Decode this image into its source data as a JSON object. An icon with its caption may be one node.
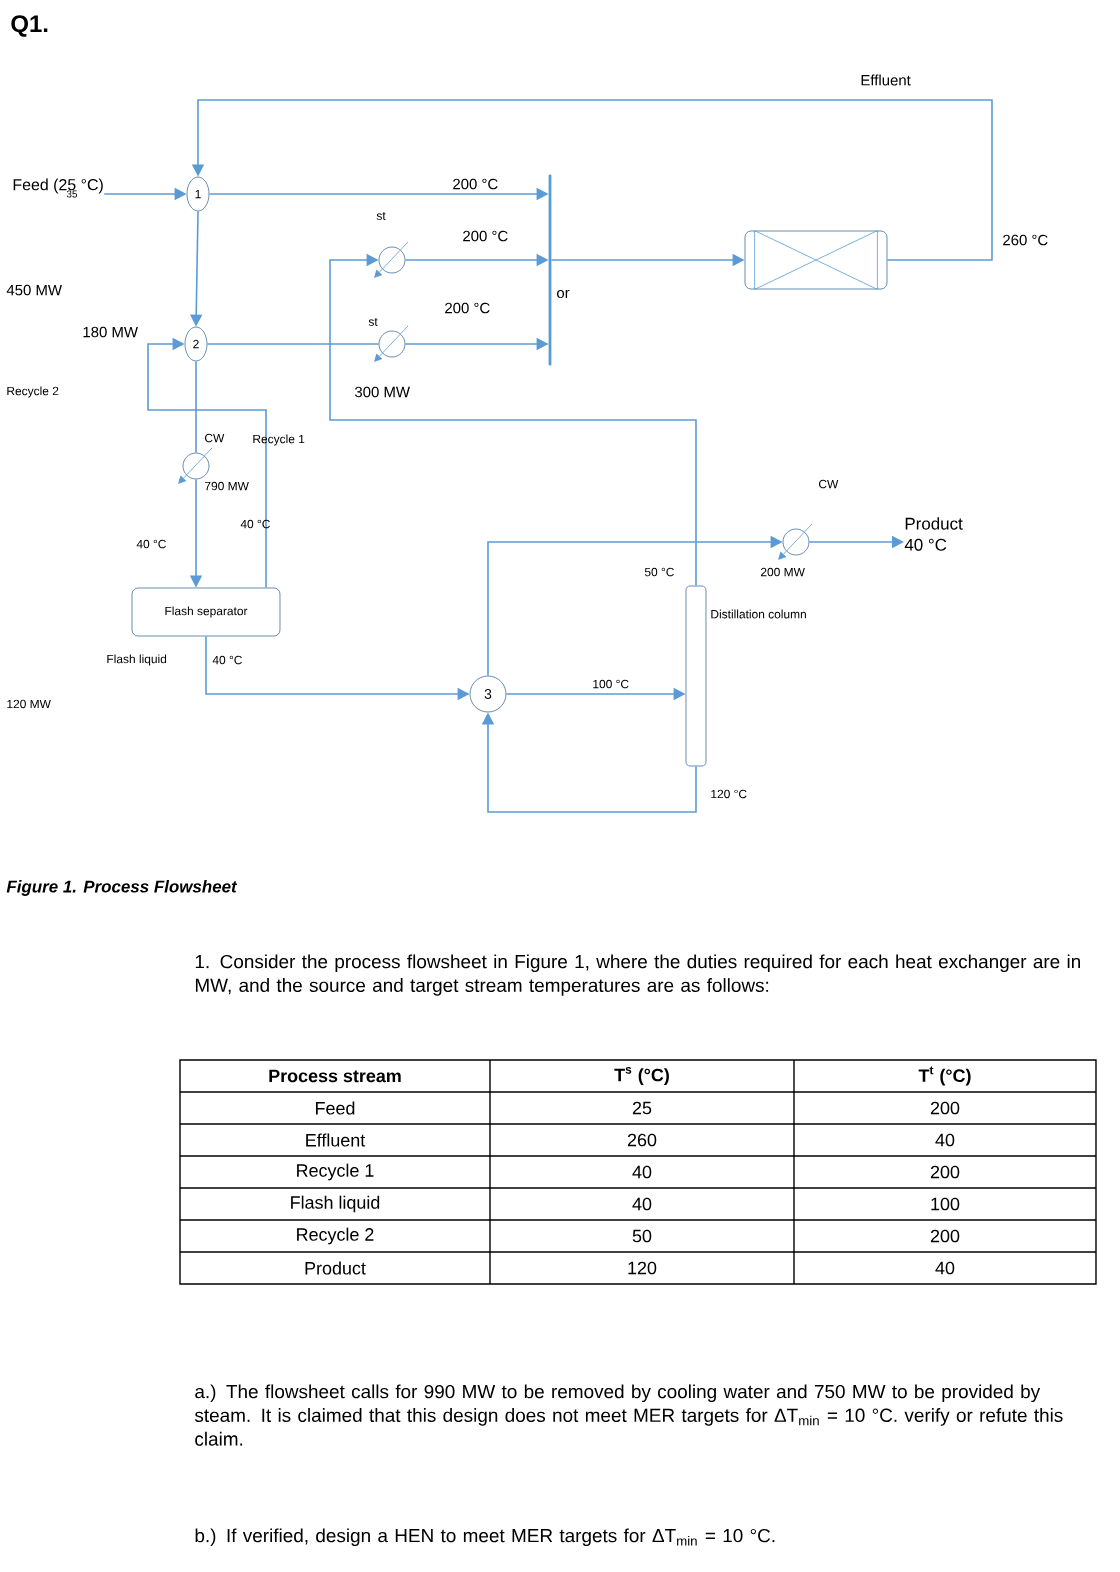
{
  "diagram": {
    "caption": "Figure 1. Process Flowsheet",
    "nodes": [
      {
        "text": [
          "Feed (25 °C)"
        ]
      },
      {
        "text": [
          "1"
        ]
      },
      {
        "text": [
          "2"
        ],
        "beside": [
          "180 MW"
        ]
      },
      {
        "text": [],
        "shape": "circle"
      },
      {
        "text": [],
        "shape": "circle",
        "beside": [
          "300 MW"
        ]
      },
      {
        "text": [],
        "shape": "bar"
      },
      {
        "text": [],
        "shape": "box"
      },
      {
        "text": [],
        "shape": "circle",
        "beside": [
          "790 MW"
        ]
      },
      {
        "text": [
          "Flash separator"
        ]
      },
      {
        "text": [
          "3"
        ]
      },
      {
        "text": [
          "Distillation column"
        ]
      },
      {
        "text": [],
        "shape": "circle",
        "beside": [
          "200 MW"
        ]
      },
      {
        "text": [
          "Product",
          "40 °C"
        ]
      }
    ],
    "edges": [
      {
        "from": 0,
        "to": 1,
        "arrow": "to"
      },
      {
        "from": 1,
        "to": 5,
        "arrow": "to"
      },
      {
        "from": 1,
        "to": 2,
        "arrow": "to"
      },
      {
        "from": 6,
        "to": 1,
        "arrow": "to"
      },
      {
        "from": 2,
        "to": 7,
        "arrow": "none"
      },
      {
        "from": 7,
        "to": 8,
        "arrow": "to"
      },
      {
        "from": 8,
        "to": 2,
        "arrow": "to"
      },
      {
        "from": 2,
        "to": 4,
        "arrow": "none"
      },
      {
        "from": 4,
        "to": 5,
        "arrow": "to"
      },
      {
        "from": 10,
        "to": 3,
        "arrow": "to"
      },
      {
        "from": 3,
        "to": 5,
        "arrow": "to"
      },
      {
        "from": 5,
        "to": 6,
        "arrow": "to"
      },
      {
        "from": 8,
        "to": 9,
        "arrow": "to"
      },
      {
        "from": 9,
        "to": 10,
        "arrow": "to"
      },
      {
        "from": 10,
        "to": 9,
        "arrow": "to"
      },
      {
        "from": 9,
        "to": 11,
        "arrow": "to"
      },
      {
        "from": 11,
        "to": 12,
        "arrow": "to"
      }
    ],
    "labels": [
      "Q1.",
      "Effluent",
      "35",
      "200 °C",
      "st",
      "200 °C",
      "260 °C",
      "450 MW",
      "or",
      "200 °C",
      "st",
      "Recycle 2",
      "CW",
      "Recycle 1",
      "CW",
      "40 °C",
      "40 °C",
      "50 °C",
      "Flash liquid",
      "40 °C",
      "120 MW",
      "100 °C",
      "120 °C",
      "1. Consider the process flowsheet in Figure 1, where the duties required for each heat exchanger are in MW, and the source and target stream temperatures are as follows:",
      "Process stream",
      "T$^{s}$ (°C)",
      "T$^{t}$ (°C)",
      "Feed",
      "25",
      "200",
      "Effluent",
      "260",
      "40",
      "Recycle 1",
      "40",
      "200",
      "Flash liquid",
      "40",
      "100",
      "Recycle 2",
      "50",
      "200",
      "Product",
      "120",
      "40",
      "a.) The flowsheet calls for 990 MW to be removed by cooling water and 750 MW to be provided by steam. It is claimed that this design does not meet MER targets for ΔT$_{min}$ = 10 °C. verify or refute this claim.",
      "b.) If verified, design a HEN to meet MER targets for ΔT$_{min}$ = 10 °C."
    ]
  }
}
